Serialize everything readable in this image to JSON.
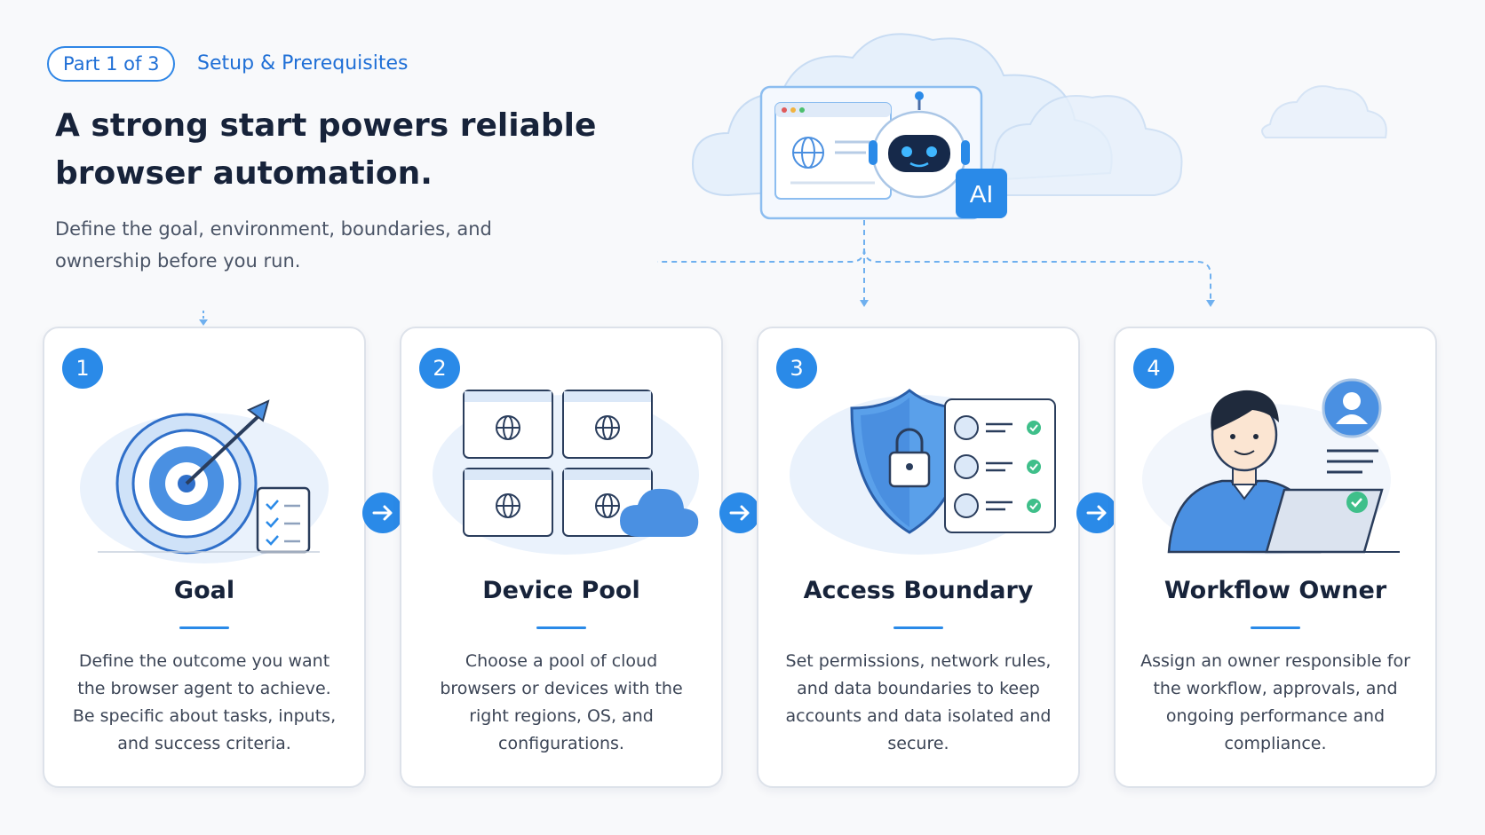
{
  "header": {
    "badge": "Part 1 of 3",
    "section": "Setup & Prerequisites",
    "title": "A strong start powers reliable browser automation.",
    "subtitle": "Define the goal, environment, boundaries, and ownership before you run."
  },
  "hero": {
    "ai_label": "AI"
  },
  "steps": [
    {
      "number": "1",
      "title": "Goal",
      "description": "Define the outcome you want the browser agent to achieve. Be specific about tasks, inputs, and success criteria.",
      "icon": "target-icon"
    },
    {
      "number": "2",
      "title": "Device Pool",
      "description": "Choose a pool of cloud browsers or devices with the right regions, OS, and configurations.",
      "icon": "browser-grid-icon"
    },
    {
      "number": "3",
      "title": "Access Boundary",
      "description": "Set permissions, network rules, and data boundaries to keep accounts and data isolated and secure.",
      "icon": "shield-lock-icon"
    },
    {
      "number": "4",
      "title": "Workflow Owner",
      "description": "Assign an owner responsible for the workflow, approvals, and ongoing performance and compliance.",
      "icon": "person-laptop-icon"
    }
  ],
  "colors": {
    "accent": "#2a8ae8",
    "title": "#17233a",
    "body": "#3c4556",
    "card_border": "#dde2ea",
    "check": "#3fbf8a"
  }
}
